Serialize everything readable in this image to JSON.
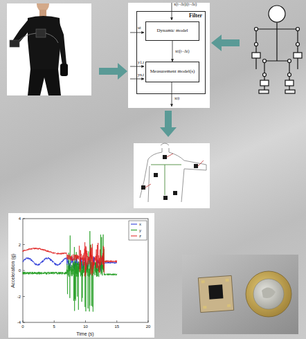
{
  "diagram": {
    "nodes": [
      {
        "text": [
          "Filter"
        ]
      },
      {
        "text": [
          "Dynamic model"
        ],
        "in": 0
      },
      {
        "text": [
          "Measurement model(s)"
        ],
        "in": 0
      }
    ],
    "edges": [
      {
        "from": 1,
        "to": 2,
        "arrow": "to",
        "label": "xt|(t−Δt)"
      }
    ],
    "labels": [
      "x(t−Δt)|(t−Δt)",
      "ut",
      "y1,t",
      "yn,t",
      "xt|t",
      "Acceleration (g)",
      "Time (s)",
      "4",
      "2",
      "0",
      "-2",
      "-4",
      "0",
      "5",
      "10",
      "15",
      "20"
    ],
    "legend": [
      {
        "text": "x"
      },
      {
        "text": "y"
      },
      {
        "text": "z"
      }
    ]
  }
}
